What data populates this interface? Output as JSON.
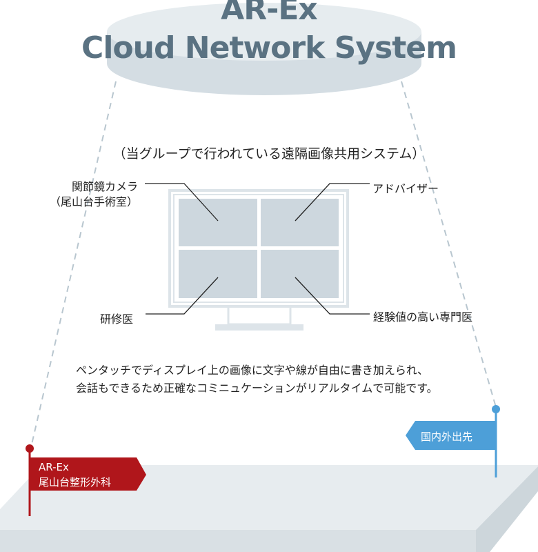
{
  "title": {
    "line1": "AR-Ex",
    "line2": "Cloud Network System"
  },
  "subtitle": "（当グループで行われている遠隔画像共用システム）",
  "labels": {
    "camera_line1": "関節鏡カメラ",
    "camera_line2": "（尾山台手術室）",
    "advisor": "アドバイザー",
    "resident": "研修医",
    "specialist": "経験値の高い専門医"
  },
  "description": {
    "line1": "ペンタッチでディスプレイ上の画像に文字や線が自由に書き加えられ、",
    "line2": "会話もできるため正確なコミニュケーションがリアルタイムで可能です。"
  },
  "flags": {
    "left_line1": "AR-Ex",
    "left_line2": "尾山台整形外科",
    "right": "国内外出先"
  },
  "colors": {
    "title": "#5a7282",
    "cloud": "#dde5ea",
    "monitor_frame": "#e2e8ec",
    "monitor_screen": "#cdd7de",
    "platform": "#e6ebee",
    "flag_left": "#b0161b",
    "flag_right": "#4d9fd8"
  }
}
